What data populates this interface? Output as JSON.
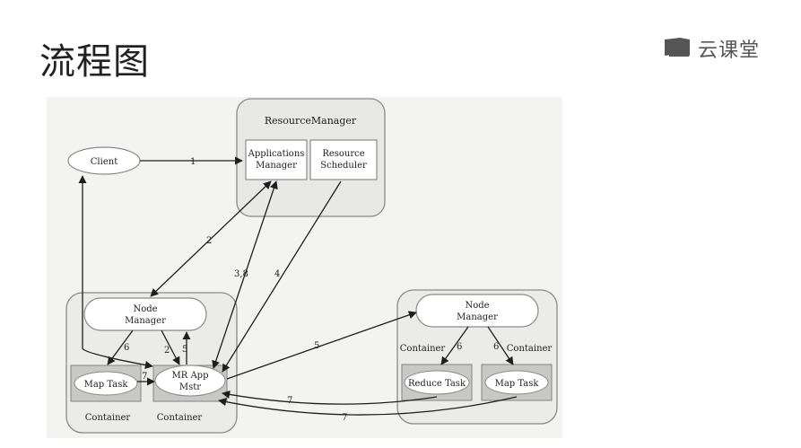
{
  "slide": {
    "title": "流程图"
  },
  "brand": {
    "name": "云课堂",
    "icon": "book-icon"
  },
  "diagram": {
    "resource_manager": {
      "title": "ResourceManager",
      "applications_manager": [
        "Applications",
        "Manager"
      ],
      "resource_scheduler": [
        "Resource",
        "Scheduler"
      ]
    },
    "client": "Client",
    "left_node": {
      "node_manager": [
        "Node",
        "Manager"
      ],
      "map_task": "Map Task",
      "mr_app_master": [
        "MR App",
        "Mstr"
      ],
      "container_left": "Container",
      "container_right": "Container"
    },
    "right_node": {
      "node_manager": [
        "Node",
        "Manager"
      ],
      "container_left": "Container",
      "container_right": "Container",
      "reduce_task": "Reduce Task",
      "map_task": "Map Task"
    },
    "arrows": {
      "a1": "1",
      "a2": "2",
      "a38": "3,8",
      "a4": "4",
      "a5": "5",
      "a6_left": "6",
      "a2_inner": "2",
      "a5_inner": "5",
      "a7_inner": "7",
      "a6_right_a": "6",
      "a6_right_b": "6",
      "a7_bottom_a": "7",
      "a7_bottom_b": "7"
    }
  }
}
